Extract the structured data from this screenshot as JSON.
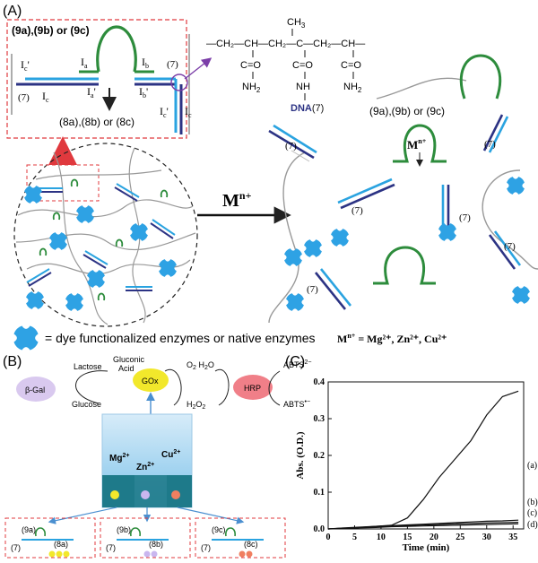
{
  "panels": {
    "a": "(A)",
    "b": "(B)",
    "c": "(C)"
  },
  "panel_a": {
    "box_title": "(9a),(9b) or (9c)",
    "strand_labels": {
      "ic_prime_top": "I",
      "ic_prime_sub": "c",
      "ia": "I",
      "ia_sub": "a",
      "ib": "I",
      "ib_sub": "b",
      "ic": "I",
      "ic_sub": "c",
      "ia_prime": "I",
      "ia_prime_sub": "a",
      "ib_prime": "I",
      "ib_prime_sub": "b",
      "ic_prime_right": "I",
      "ic_right": "I"
    },
    "seven_labels": [
      "(7)",
      "(7)"
    ],
    "products_label": "(8a),(8b) or (8c)",
    "polymer": {
      "ch3": "CH",
      "ch3_sub": "3",
      "chain": "—CH₂—CH—CH₂—C—CH₂—CH—",
      "co": [
        "C=O",
        "C=O",
        "C=O"
      ],
      "nh2_left": "NH",
      "nh2_right": "NH",
      "nh2_sub": "2",
      "nh": "NH",
      "dna": "DNA",
      "dna_tag": "(7)"
    },
    "arrow_label": "M",
    "arrow_label_sup": "n+",
    "right_labels": {
      "hairpin_label": "(9a),(9b) or (9c)",
      "mn_label": "M",
      "mn_sup": "n+"
    },
    "seven_right": [
      "(7)",
      "(7)",
      "(7)",
      "(7)",
      "(7)",
      "(7)"
    ],
    "legend_text": "= dye functionalized enzymes or native enzymes",
    "metals_text": "M",
    "metals_sup": "n+",
    "metals_rest": " = Mg²⁺, Zn²⁺, Cu²⁺"
  },
  "panel_b": {
    "enzymes": {
      "bgal": "β-Gal",
      "gox": "GOx",
      "hrp": "HRP"
    },
    "chem": {
      "lactose": "Lactose",
      "glucose": "Glucose",
      "gluconic": "Gluconic",
      "acid": "Acid",
      "o2": "O",
      "h2o": "H",
      "h2o2": "H",
      "abts_top": "ABTS",
      "abts_top_sup": "2−",
      "abts_bot": "ABTS",
      "abts_bot_sup": "•−"
    },
    "ions": {
      "mg": "Mg",
      "zn": "Zn",
      "cu": "Cu",
      "sup": "2+"
    },
    "boxes": [
      {
        "top": "(9a)",
        "left": "(7)",
        "right": "(8a)"
      },
      {
        "top": "(9b)",
        "left": "(7)",
        "right": "(8b)"
      },
      {
        "top": "(9c)",
        "left": "(7)",
        "right": "(8c)"
      }
    ]
  },
  "chart_data": {
    "type": "line",
    "xlabel": "Time (min)",
    "ylabel": "Abs. (O.D.)",
    "xlim": [
      0,
      37
    ],
    "ylim": [
      0,
      0.4
    ],
    "xticks": [
      0,
      5,
      10,
      15,
      20,
      25,
      30,
      35
    ],
    "yticks": [
      0.0,
      0.1,
      0.2,
      0.3,
      0.4
    ],
    "series": [
      {
        "name": "(a)",
        "x": [
          0,
          3,
          6,
          9,
          12,
          15,
          18,
          21,
          24,
          27,
          30,
          33,
          36
        ],
        "values": [
          0,
          0.003,
          0.005,
          0.007,
          0.01,
          0.03,
          0.08,
          0.14,
          0.19,
          0.24,
          0.31,
          0.36,
          0.375
        ]
      },
      {
        "name": "(b)",
        "x": [
          0,
          3,
          6,
          9,
          12,
          15,
          18,
          21,
          24,
          27,
          30,
          33,
          36
        ],
        "values": [
          0,
          0.002,
          0.004,
          0.007,
          0.009,
          0.011,
          0.013,
          0.015,
          0.017,
          0.019,
          0.021,
          0.022,
          0.024
        ]
      },
      {
        "name": "(c)",
        "x": [
          0,
          3,
          6,
          9,
          12,
          15,
          18,
          21,
          24,
          27,
          30,
          33,
          36
        ],
        "values": [
          0,
          0.002,
          0.004,
          0.006,
          0.008,
          0.009,
          0.011,
          0.012,
          0.014,
          0.015,
          0.016,
          0.017,
          0.018
        ]
      },
      {
        "name": "(d)",
        "x": [
          0,
          3,
          6,
          9,
          12,
          15,
          18,
          21,
          24,
          27,
          30,
          33,
          36
        ],
        "values": [
          0,
          0.001,
          0.003,
          0.004,
          0.006,
          0.007,
          0.008,
          0.009,
          0.01,
          0.011,
          0.012,
          0.013,
          0.014
        ]
      }
    ]
  },
  "colors": {
    "blue": "#2aa3e0",
    "navy": "#2c3384",
    "green": "#2d8c3c",
    "red": "#e0393e",
    "enzyme": "#2ea2e4"
  }
}
